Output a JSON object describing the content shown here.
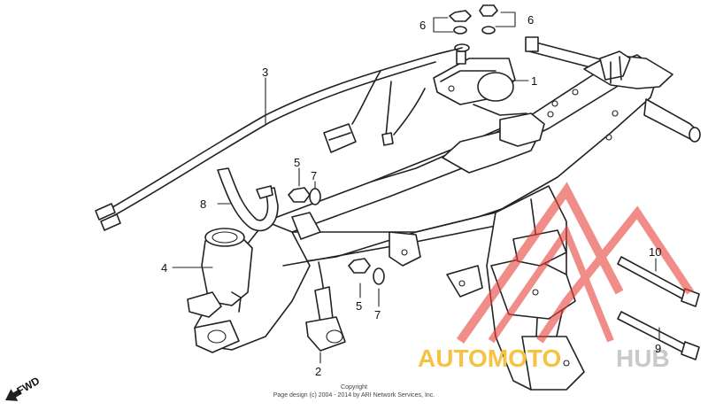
{
  "callouts": {
    "c1": "1",
    "c2": "2",
    "c3": "3",
    "c4": "4",
    "c5a": "5",
    "c5b": "5",
    "c6a": "6",
    "c6b": "6",
    "c7a": "7",
    "c7b": "7",
    "c8": "8",
    "c9": "9",
    "c10": "10"
  },
  "fwd": {
    "label": "FWD"
  },
  "copyright": {
    "line1": "Copyright",
    "line2": "Page design (c) 2004 - 2014 by ARI Network Services, Inc."
  },
  "watermark": {
    "part1": "AUTOMOTO",
    "part2": "HUB",
    "color1": "#f5c242",
    "color2": "#c9c9c9",
    "logo_color": "#e8423a"
  }
}
